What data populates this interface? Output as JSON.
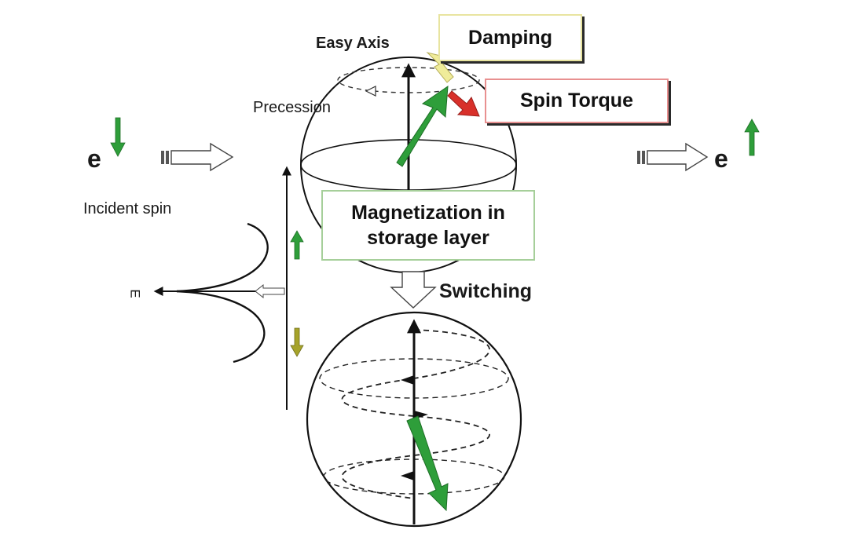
{
  "labels": {
    "easy_axis": "Easy Axis",
    "damping": "Damping",
    "spin_torque": "Spin Torque",
    "precession": "Precession",
    "electron_left": "e",
    "electron_right": "e",
    "incident_spin": "Incident spin",
    "magnetization_line1": "Magnetization in",
    "magnetization_line2": "storage layer",
    "switching": "Switching",
    "energy_axis": "E"
  },
  "colors": {
    "green": "#2e9e3a",
    "yellow_green": "#a6a32a",
    "damping_arrow": "#f0ec9a",
    "torque_arrow": "#d8302a",
    "damping_border": "#e8e4a0",
    "spin_border": "#e89090",
    "mag_border": "#a6cf9a"
  }
}
